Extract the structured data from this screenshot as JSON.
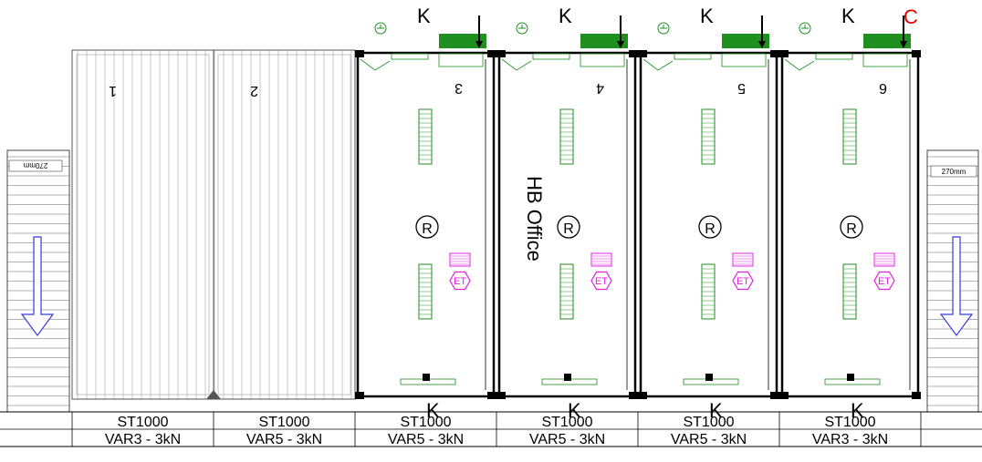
{
  "containers": [
    {
      "number": "1",
      "k_label": "",
      "r_label": "",
      "et_label": "",
      "bottom_k": ""
    },
    {
      "number": "2",
      "k_label": "",
      "r_label": "",
      "et_label": "",
      "bottom_k": ""
    },
    {
      "number": "3",
      "k_label": "K",
      "r_label": "R",
      "et_label": "ET",
      "bottom_k": "K"
    },
    {
      "number": "4",
      "k_label": "K",
      "r_label": "R",
      "et_label": "ET",
      "bottom_k": "K"
    },
    {
      "number": "5",
      "k_label": "K",
      "r_label": "R",
      "et_label": "ET",
      "bottom_k": "K"
    },
    {
      "number": "6",
      "k_label": "K",
      "r_label": "R",
      "et_label": "ET",
      "bottom_k": "K"
    }
  ],
  "office_label": "HB Office",
  "top_right_mark": "C",
  "dimensions": {
    "left": "270mm",
    "right": "270mm"
  },
  "table": {
    "row1": [
      "ST1000",
      "ST1000",
      "ST1000",
      "ST1000",
      "ST1000",
      "ST1000"
    ],
    "row2": [
      "VAR3 - 3kN",
      "VAR5 - 3kN",
      "VAR5 - 3kN",
      "VAR5 - 3kN",
      "VAR5 - 3kN",
      "VAR3 - 3kN"
    ]
  },
  "colors": {
    "green": "#1f8f1f",
    "magenta": "#e020e0",
    "blue": "#3a3ad0",
    "red": "#e00000"
  },
  "icons": [
    "ground-icon",
    "down-arrow-icon",
    "r-circle-icon",
    "et-hexagon-icon"
  ]
}
